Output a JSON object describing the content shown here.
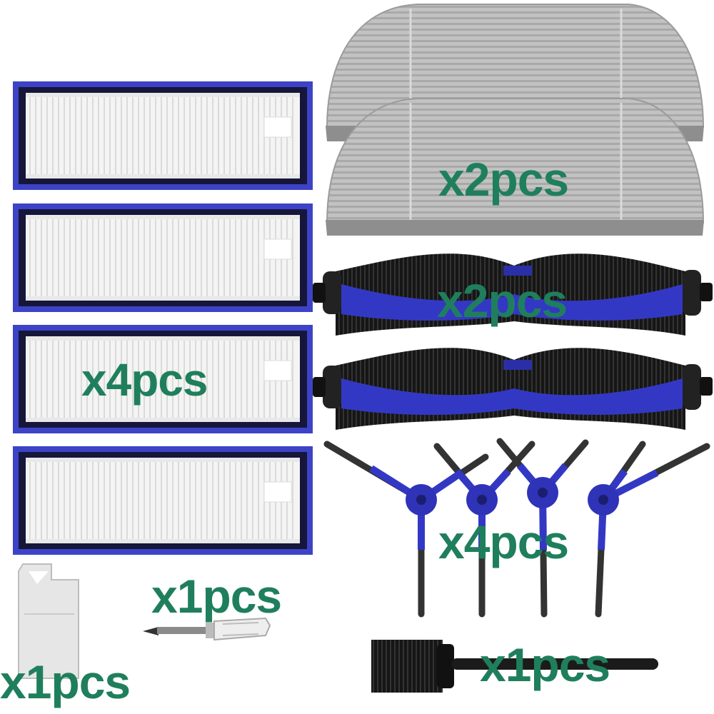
{
  "colors": {
    "label_green": "#1f7f5c",
    "frame_blue": "#3d43c6",
    "brush_blue": "#3338c4",
    "mop_grey": "#b9b9b9",
    "bristle_black": "#1a1a1a"
  },
  "labels": {
    "mop": "x2pcs",
    "roller": "x2pcs",
    "filter": "x4pcs",
    "side_brush": "x4pcs",
    "screwdriver": "x1pcs",
    "comb_tool": "x1pcs",
    "cleaning_brush": "x1pcs"
  },
  "items": {
    "filter": "hepa-filter",
    "mop": "mop-pad",
    "roller": "main-roller-brush",
    "side_brush": "side-brush",
    "screwdriver": "screwdriver",
    "comb_tool": "cleaning-comb-tool",
    "cleaning_brush": "cleaning-brush"
  }
}
